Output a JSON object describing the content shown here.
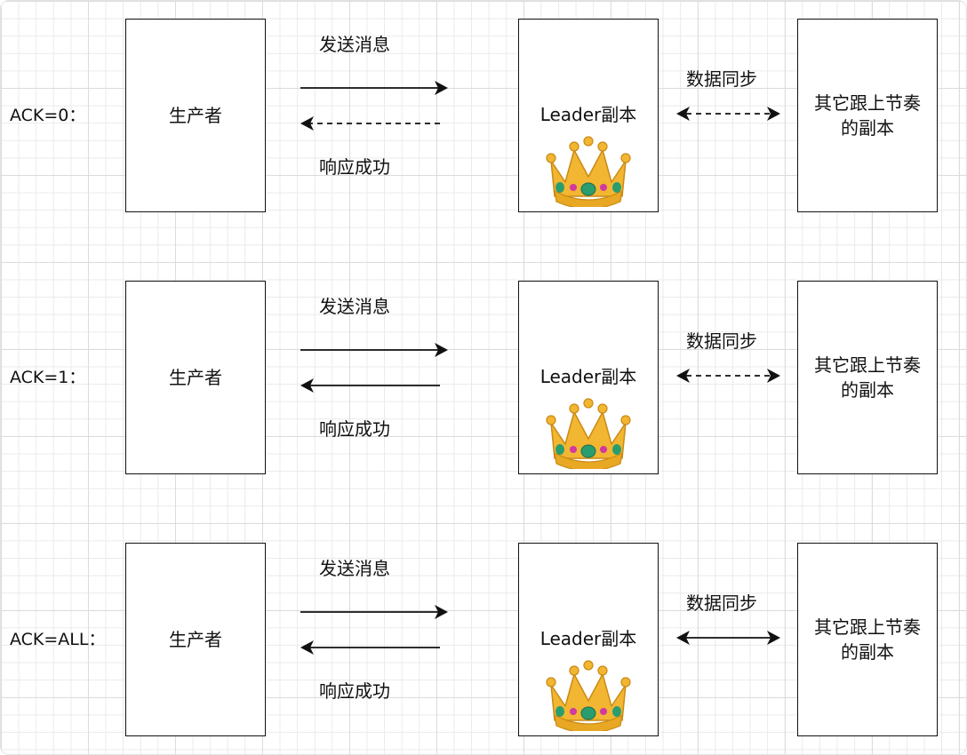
{
  "rows": [
    {
      "ack_label": "ACK=0：",
      "producer": "生产者",
      "send_label": "发送消息",
      "response_label": "响应成功",
      "response_style": "dashed",
      "leader": "Leader副本",
      "sync_label": "数据同步",
      "sync_style": "dashed",
      "follower_line1": "其它跟上节奏",
      "follower_line2": "的副本"
    },
    {
      "ack_label": "ACK=1：",
      "producer": "生产者",
      "send_label": "发送消息",
      "response_label": "响应成功",
      "response_style": "solid",
      "leader": "Leader副本",
      "sync_label": "数据同步",
      "sync_style": "dashed",
      "follower_line1": "其它跟上节奏",
      "follower_line2": "的副本"
    },
    {
      "ack_label": "ACK=ALL：",
      "producer": "生产者",
      "send_label": "发送消息",
      "response_label": "响应成功",
      "response_style": "solid",
      "leader": "Leader副本",
      "sync_label": "数据同步",
      "sync_style": "solid",
      "follower_line1": "其它跟上节奏",
      "follower_line2": "的副本"
    }
  ],
  "icons": {
    "leader": "crown-icon"
  },
  "colors": {
    "line": "#111111",
    "crown_gold": "#f2b632",
    "gem_green": "#2a9d6f",
    "gem_pink": "#d03aa0"
  }
}
